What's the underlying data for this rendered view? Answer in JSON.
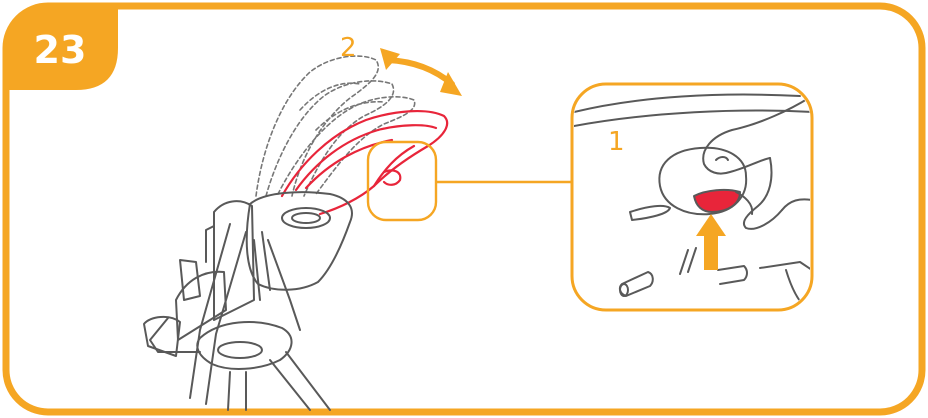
{
  "step": {
    "number": "23",
    "badge_color": "#f5a623"
  },
  "annotations": {
    "rotate_step": "2",
    "release_step": "1"
  },
  "colors": {
    "accent_orange": "#f5a623",
    "highlight_red": "#e8253a",
    "line_gray": "#595959",
    "frame_border": "#f5a623"
  },
  "icons": {
    "rotate_arrow": "double-headed-curved-arrow-icon",
    "push_arrow": "up-arrow-icon",
    "hand": "hand-icon"
  }
}
